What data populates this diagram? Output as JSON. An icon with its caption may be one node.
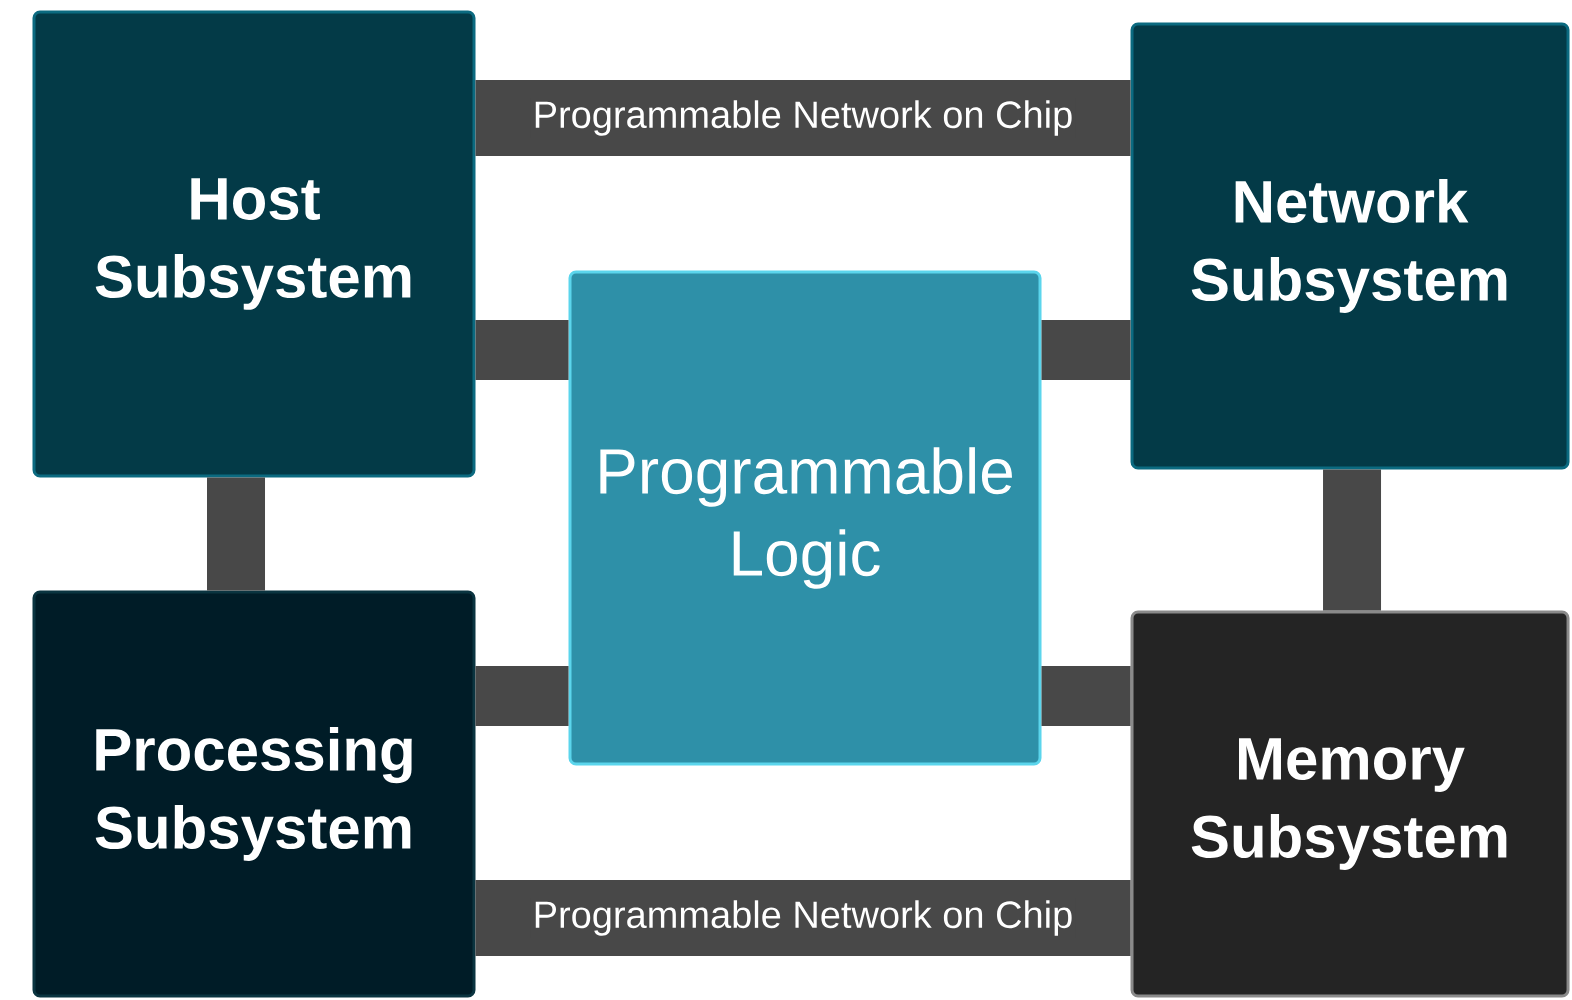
{
  "diagram": {
    "nodes": [
      {
        "text": [
          "Host Subsystem"
        ]
      },
      {
        "text": [
          "Network Subsystem"
        ]
      },
      {
        "text": [
          "Programmable Logic"
        ]
      },
      {
        "text": [
          "Processing Subsystem"
        ]
      },
      {
        "text": [
          "Memory Subsystem"
        ]
      }
    ],
    "edges": [
      {
        "from": 0,
        "to": 1,
        "arrow": "none",
        "label": "Programmable Network on Chip"
      },
      {
        "from": 0,
        "to": 2,
        "arrow": "none"
      },
      {
        "from": 2,
        "to": 1,
        "arrow": "none"
      },
      {
        "from": 0,
        "to": 3,
        "arrow": "none"
      },
      {
        "from": 1,
        "to": 4,
        "arrow": "none"
      },
      {
        "from": 3,
        "to": 2,
        "arrow": "none"
      },
      {
        "from": 2,
        "to": 4,
        "arrow": "none"
      },
      {
        "from": 3,
        "to": 4,
        "arrow": "none",
        "label": "Programmable Network on Chip"
      }
    ]
  }
}
